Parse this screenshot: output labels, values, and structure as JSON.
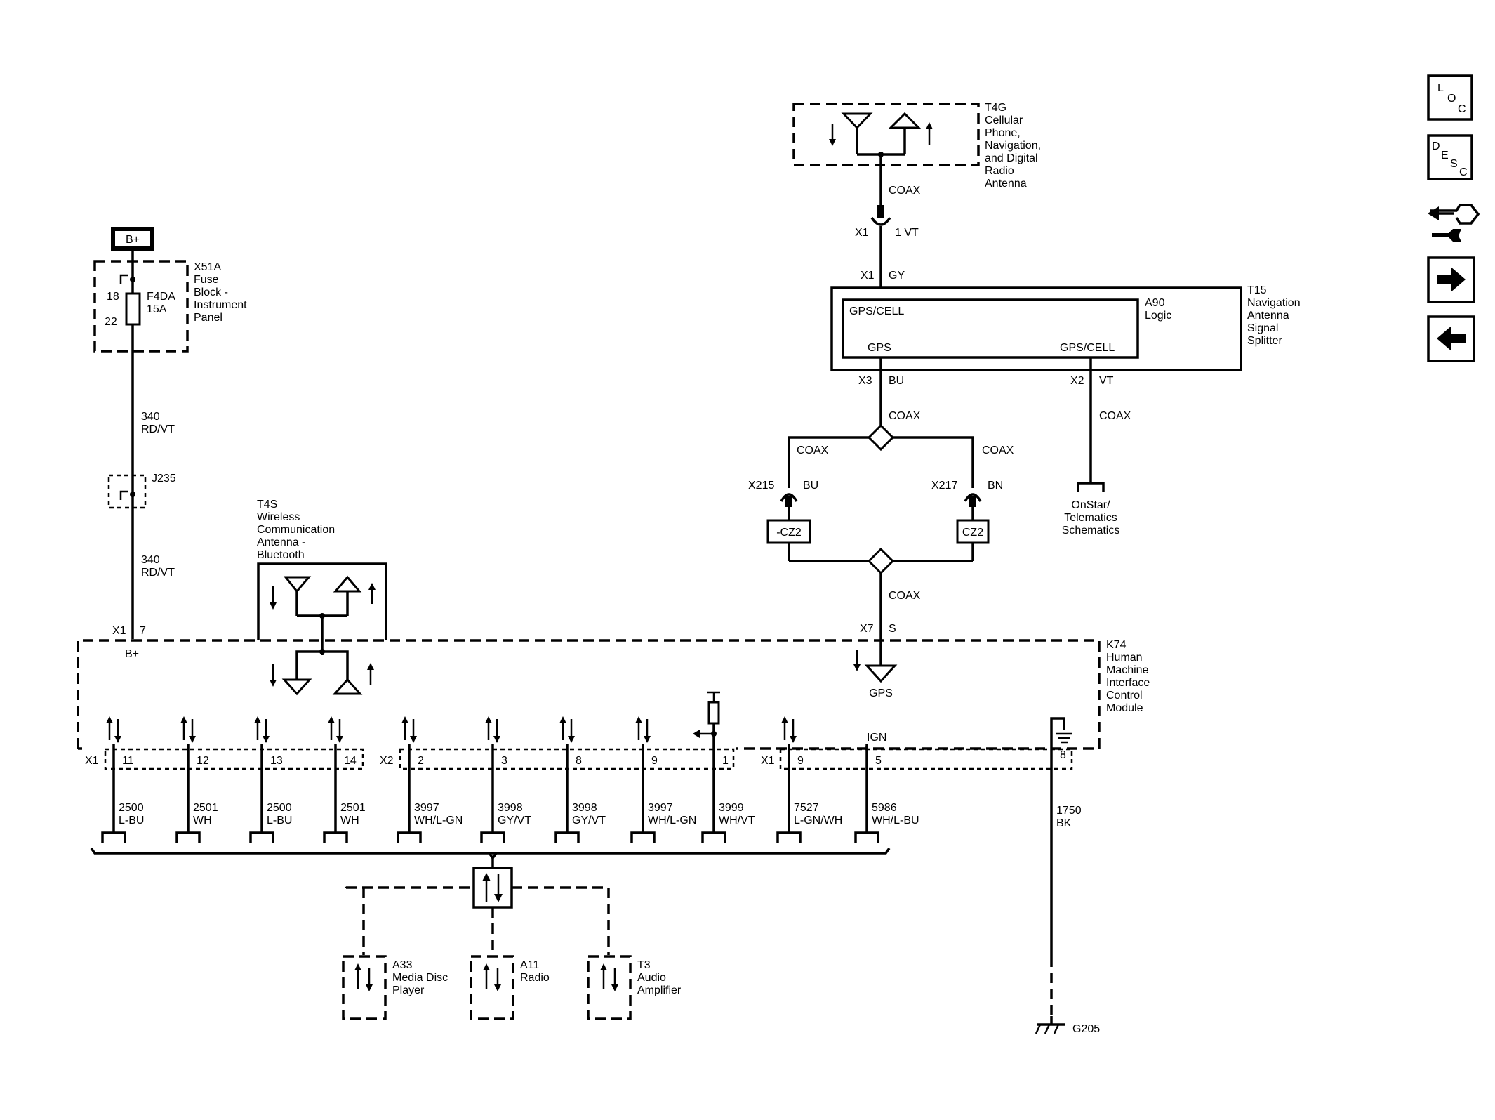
{
  "power": {
    "label": "B+"
  },
  "fuse_block": {
    "title_lines": [
      "X51A",
      "Fuse",
      "Block -",
      "Instrument",
      "Panel"
    ],
    "pin_top": "18",
    "pin_bottom": "22",
    "fuse_name": "F4DA",
    "fuse_rating": "15A"
  },
  "wire_340_upper": {
    "circuit": "340",
    "color": "RD/VT"
  },
  "splice": {
    "label": "J235"
  },
  "wire_340_lower": {
    "circuit": "340",
    "color": "RD/VT"
  },
  "hmi_b_plus": {
    "connector": "X1",
    "pin": "7",
    "label": "B+"
  },
  "bt_antenna": {
    "title_lines": [
      "T4S",
      "Wireless",
      "Communication",
      "Antenna -",
      "Bluetooth"
    ]
  },
  "cell_antenna": {
    "title_lines": [
      "T4G",
      "Cellular",
      "Phone,",
      "Navigation,",
      "and Digital",
      "Radio",
      "Antenna"
    ]
  },
  "coax_top": {
    "label": "COAX",
    "connector": "X1",
    "pin": "1 VT"
  },
  "splitter": {
    "title_lines": [
      "T15",
      "Navigation",
      "Antenna",
      "Signal",
      "Splitter"
    ],
    "in_connector": "X1",
    "in_color": "GY",
    "logic_title_lines": [
      "A90",
      "Logic"
    ],
    "logic_top_label": "GPS/CELL",
    "logic_gps_label": "GPS",
    "logic_gps_cell_label": "GPS/CELL",
    "out_gps_connector": "X3",
    "out_gps_color": "BU",
    "out_cell_connector": "X2",
    "out_cell_color": "VT"
  },
  "coax_split": {
    "label": "COAX",
    "left_label": "COAX",
    "right_label": "COAX"
  },
  "onstar": {
    "coax_label": "COAX",
    "ref_lines": [
      "OnStar/",
      "Telematics",
      "Schematics"
    ]
  },
  "x215": {
    "connector": "X215",
    "color": "BU",
    "option": "-CZ2"
  },
  "x217": {
    "connector": "X217",
    "color": "BN",
    "option": "CZ2"
  },
  "gps_input": {
    "coax_label": "COAX",
    "connector": "X7",
    "pin": "S",
    "label": "GPS"
  },
  "hmi_module": {
    "title_lines": [
      "K74",
      "Human",
      "Machine",
      "Interface",
      "Control",
      "Module"
    ],
    "ign_label": "IGN"
  },
  "connector_labels": {
    "x1_a": "X1",
    "x2": "X2",
    "x1_b": "X1"
  },
  "pins": [
    {
      "pin": "11",
      "circuit": "2500",
      "color": "L-BU"
    },
    {
      "pin": "12",
      "circuit": "2501",
      "color": "WH"
    },
    {
      "pin": "13",
      "circuit": "2500",
      "color": "L-BU"
    },
    {
      "pin": "14",
      "circuit": "2501",
      "color": "WH"
    },
    {
      "pin": "2",
      "circuit": "3997",
      "color": "WH/L-GN"
    },
    {
      "pin": "3",
      "circuit": "3998",
      "color": "GY/VT"
    },
    {
      "pin": "8",
      "circuit": "3998",
      "color": "GY/VT"
    },
    {
      "pin": "9",
      "circuit": "3997",
      "color": "WH/L-GN"
    },
    {
      "pin": "1",
      "circuit": "3999",
      "color": "WH/VT"
    },
    {
      "pin": "9",
      "circuit": "7527",
      "color": "L-GN/WH"
    },
    {
      "pin": "5",
      "circuit": "5986",
      "color": "WH/L-BU"
    }
  ],
  "ground_wire": {
    "pin": "8",
    "circuit": "1750",
    "color": "BK"
  },
  "ground_point": {
    "label": "G205"
  },
  "audio_modules": [
    {
      "title_lines": [
        "A33",
        "Media Disc",
        "Player"
      ]
    },
    {
      "title_lines": [
        "A11",
        "Radio"
      ]
    },
    {
      "title_lines": [
        "T3",
        "Audio",
        "Amplifier"
      ]
    }
  ],
  "nav": {
    "loc_letters": [
      "L",
      "O",
      "C"
    ],
    "desc_letters": [
      "D",
      "E",
      "S",
      "C"
    ],
    "icons": [
      "loc-icon",
      "desc-icon",
      "connector-wrench-icon",
      "arrow-right-icon",
      "arrow-left-icon"
    ]
  }
}
